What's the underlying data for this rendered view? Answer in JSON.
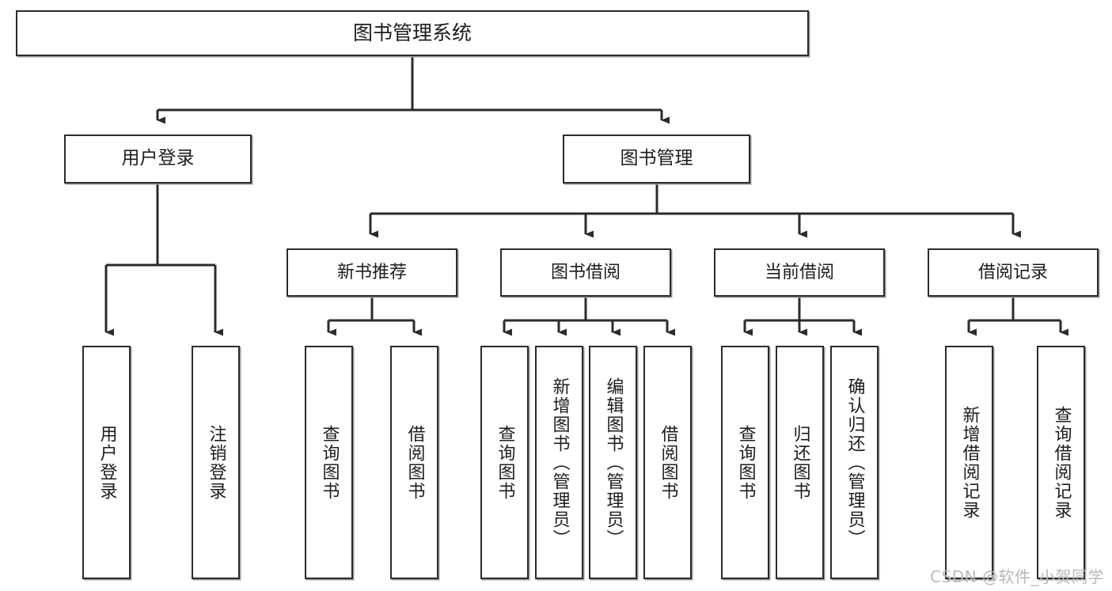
{
  "diagram": {
    "title": "图书管理系统",
    "type": "tree-hierarchy",
    "watermark": "CSDN @软件_小贺同学",
    "colors": {
      "box_border": "#2b2b2b",
      "box_fill": "#ffffff",
      "edge": "#2b2b2b",
      "shadow": "#9a9a9a",
      "text": "#1d1d1d",
      "watermark": "#b9b9b9"
    },
    "root": {
      "id": "root",
      "label": "图书管理系统"
    },
    "level2": [
      {
        "id": "n-user-login",
        "label": "用户登录"
      },
      {
        "id": "n-book-mgmt",
        "label": "图书管理"
      }
    ],
    "level3": [
      {
        "id": "n-new-book-rec",
        "label": "新书推荐"
      },
      {
        "id": "n-book-borrow",
        "label": "图书借阅"
      },
      {
        "id": "n-current-borrow",
        "label": "当前借阅"
      },
      {
        "id": "n-borrow-record",
        "label": "借阅记录"
      }
    ],
    "leaves": {
      "user_login": [
        {
          "id": "l-user-login",
          "label": "用户登录"
        },
        {
          "id": "l-logout-login",
          "label": "注销登录"
        }
      ],
      "new_book_rec": [
        {
          "id": "l-query-book-1",
          "label": "查询图书"
        },
        {
          "id": "l-borrow-book-1",
          "label": "借阅图书"
        }
      ],
      "book_borrow": [
        {
          "id": "l-query-book-2",
          "label": "查询图书"
        },
        {
          "id": "l-add-book",
          "label": "新增图书（管理员）"
        },
        {
          "id": "l-edit-book",
          "label": "编辑图书（管理员）"
        },
        {
          "id": "l-borrow-book-2",
          "label": "借阅图书"
        }
      ],
      "current_borrow": [
        {
          "id": "l-query-book-3",
          "label": "查询图书"
        },
        {
          "id": "l-return-book",
          "label": "归还图书"
        },
        {
          "id": "l-confirm-return",
          "label": "确认归还（管理员）"
        }
      ],
      "borrow_record": [
        {
          "id": "l-add-record",
          "label": "新增借阅记录"
        },
        {
          "id": "l-query-record",
          "label": "查询借阅记录"
        }
      ]
    }
  }
}
